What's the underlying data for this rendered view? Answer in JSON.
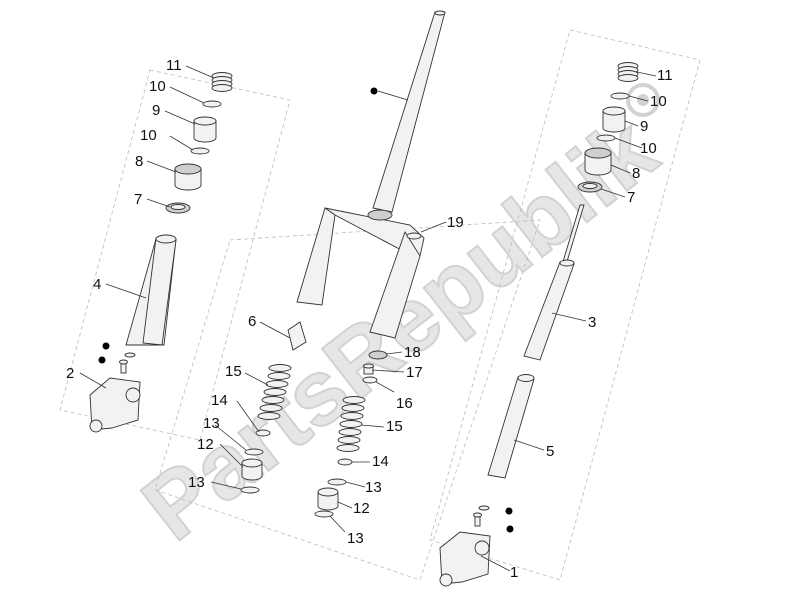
{
  "watermark": {
    "text": "PartsRepublik"
  },
  "colors": {
    "line": "#333333",
    "part_fill": "#f2f2f2",
    "watermark": "#e6e6e6",
    "dot": "#000000"
  },
  "callouts": [
    {
      "id": "l11",
      "label": "11"
    },
    {
      "id": "l10a",
      "label": "10"
    },
    {
      "id": "l9",
      "label": "9"
    },
    {
      "id": "l10b",
      "label": "10"
    },
    {
      "id": "l8",
      "label": "8"
    },
    {
      "id": "l7",
      "label": "7"
    },
    {
      "id": "l4",
      "label": "4"
    },
    {
      "id": "l2",
      "label": "2"
    },
    {
      "id": "l6",
      "label": "6"
    },
    {
      "id": "l15a",
      "label": "15"
    },
    {
      "id": "l14a",
      "label": "14"
    },
    {
      "id": "l13a",
      "label": "13"
    },
    {
      "id": "l12a",
      "label": "12"
    },
    {
      "id": "l13b",
      "label": "13"
    },
    {
      "id": "l19",
      "label": "19"
    },
    {
      "id": "l18",
      "label": "18"
    },
    {
      "id": "l17",
      "label": "17"
    },
    {
      "id": "l16",
      "label": "16"
    },
    {
      "id": "l15b",
      "label": "15"
    },
    {
      "id": "l14b",
      "label": "14"
    },
    {
      "id": "l13c",
      "label": "13"
    },
    {
      "id": "l12b",
      "label": "12"
    },
    {
      "id": "l13d",
      "label": "13"
    },
    {
      "id": "r11",
      "label": "11"
    },
    {
      "id": "r10a",
      "label": "10"
    },
    {
      "id": "r9",
      "label": "9"
    },
    {
      "id": "r10b",
      "label": "10"
    },
    {
      "id": "r8",
      "label": "8"
    },
    {
      "id": "r7",
      "label": "7"
    },
    {
      "id": "r3",
      "label": "3"
    },
    {
      "id": "r5",
      "label": "5"
    },
    {
      "id": "r1",
      "label": "1"
    }
  ]
}
